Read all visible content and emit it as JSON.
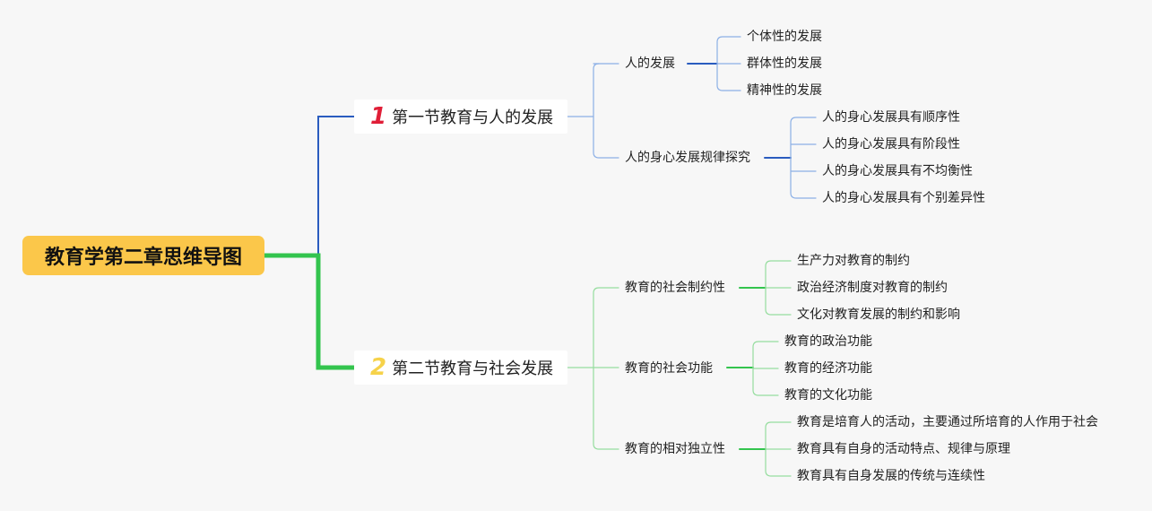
{
  "root": {
    "label": "教育学第二章思维导图"
  },
  "sections": [
    {
      "number": "1",
      "label": "第一节教育与人的发展",
      "color": "#2a5cbf",
      "light": "#8cb0e6",
      "children": [
        {
          "label": "人的发展",
          "leaves": [
            "个体性的发展",
            "群体性的发展",
            "精神性的发展"
          ]
        },
        {
          "label": "人的身心发展规律探究",
          "leaves": [
            "人的身心发展具有顺序性",
            "人的身心发展具有阶段性",
            "人的身心发展具有不均衡性",
            "人的身心发展具有个别差异性"
          ]
        }
      ]
    },
    {
      "number": "2",
      "label": "第二节教育与社会发展",
      "color": "#33c44e",
      "light": "#95dd9e",
      "children": [
        {
          "label": "教育的社会制约性",
          "leaves": [
            "生产力对教育的制约",
            "政治经济制度对教育的制约",
            "文化对教育发展的制约和影响"
          ]
        },
        {
          "label": "教育的社会功能",
          "leaves": [
            "教育的政治功能",
            "教育的经济功能",
            "教育的文化功能"
          ]
        },
        {
          "label": "教育的相对独立性",
          "leaves": [
            "教育是培育人的活动，主要通过所培育的人作用于社会",
            "教育具有自身的活动特点、规律与原理",
            "教育具有自身发展的传统与连续性"
          ]
        }
      ]
    }
  ]
}
